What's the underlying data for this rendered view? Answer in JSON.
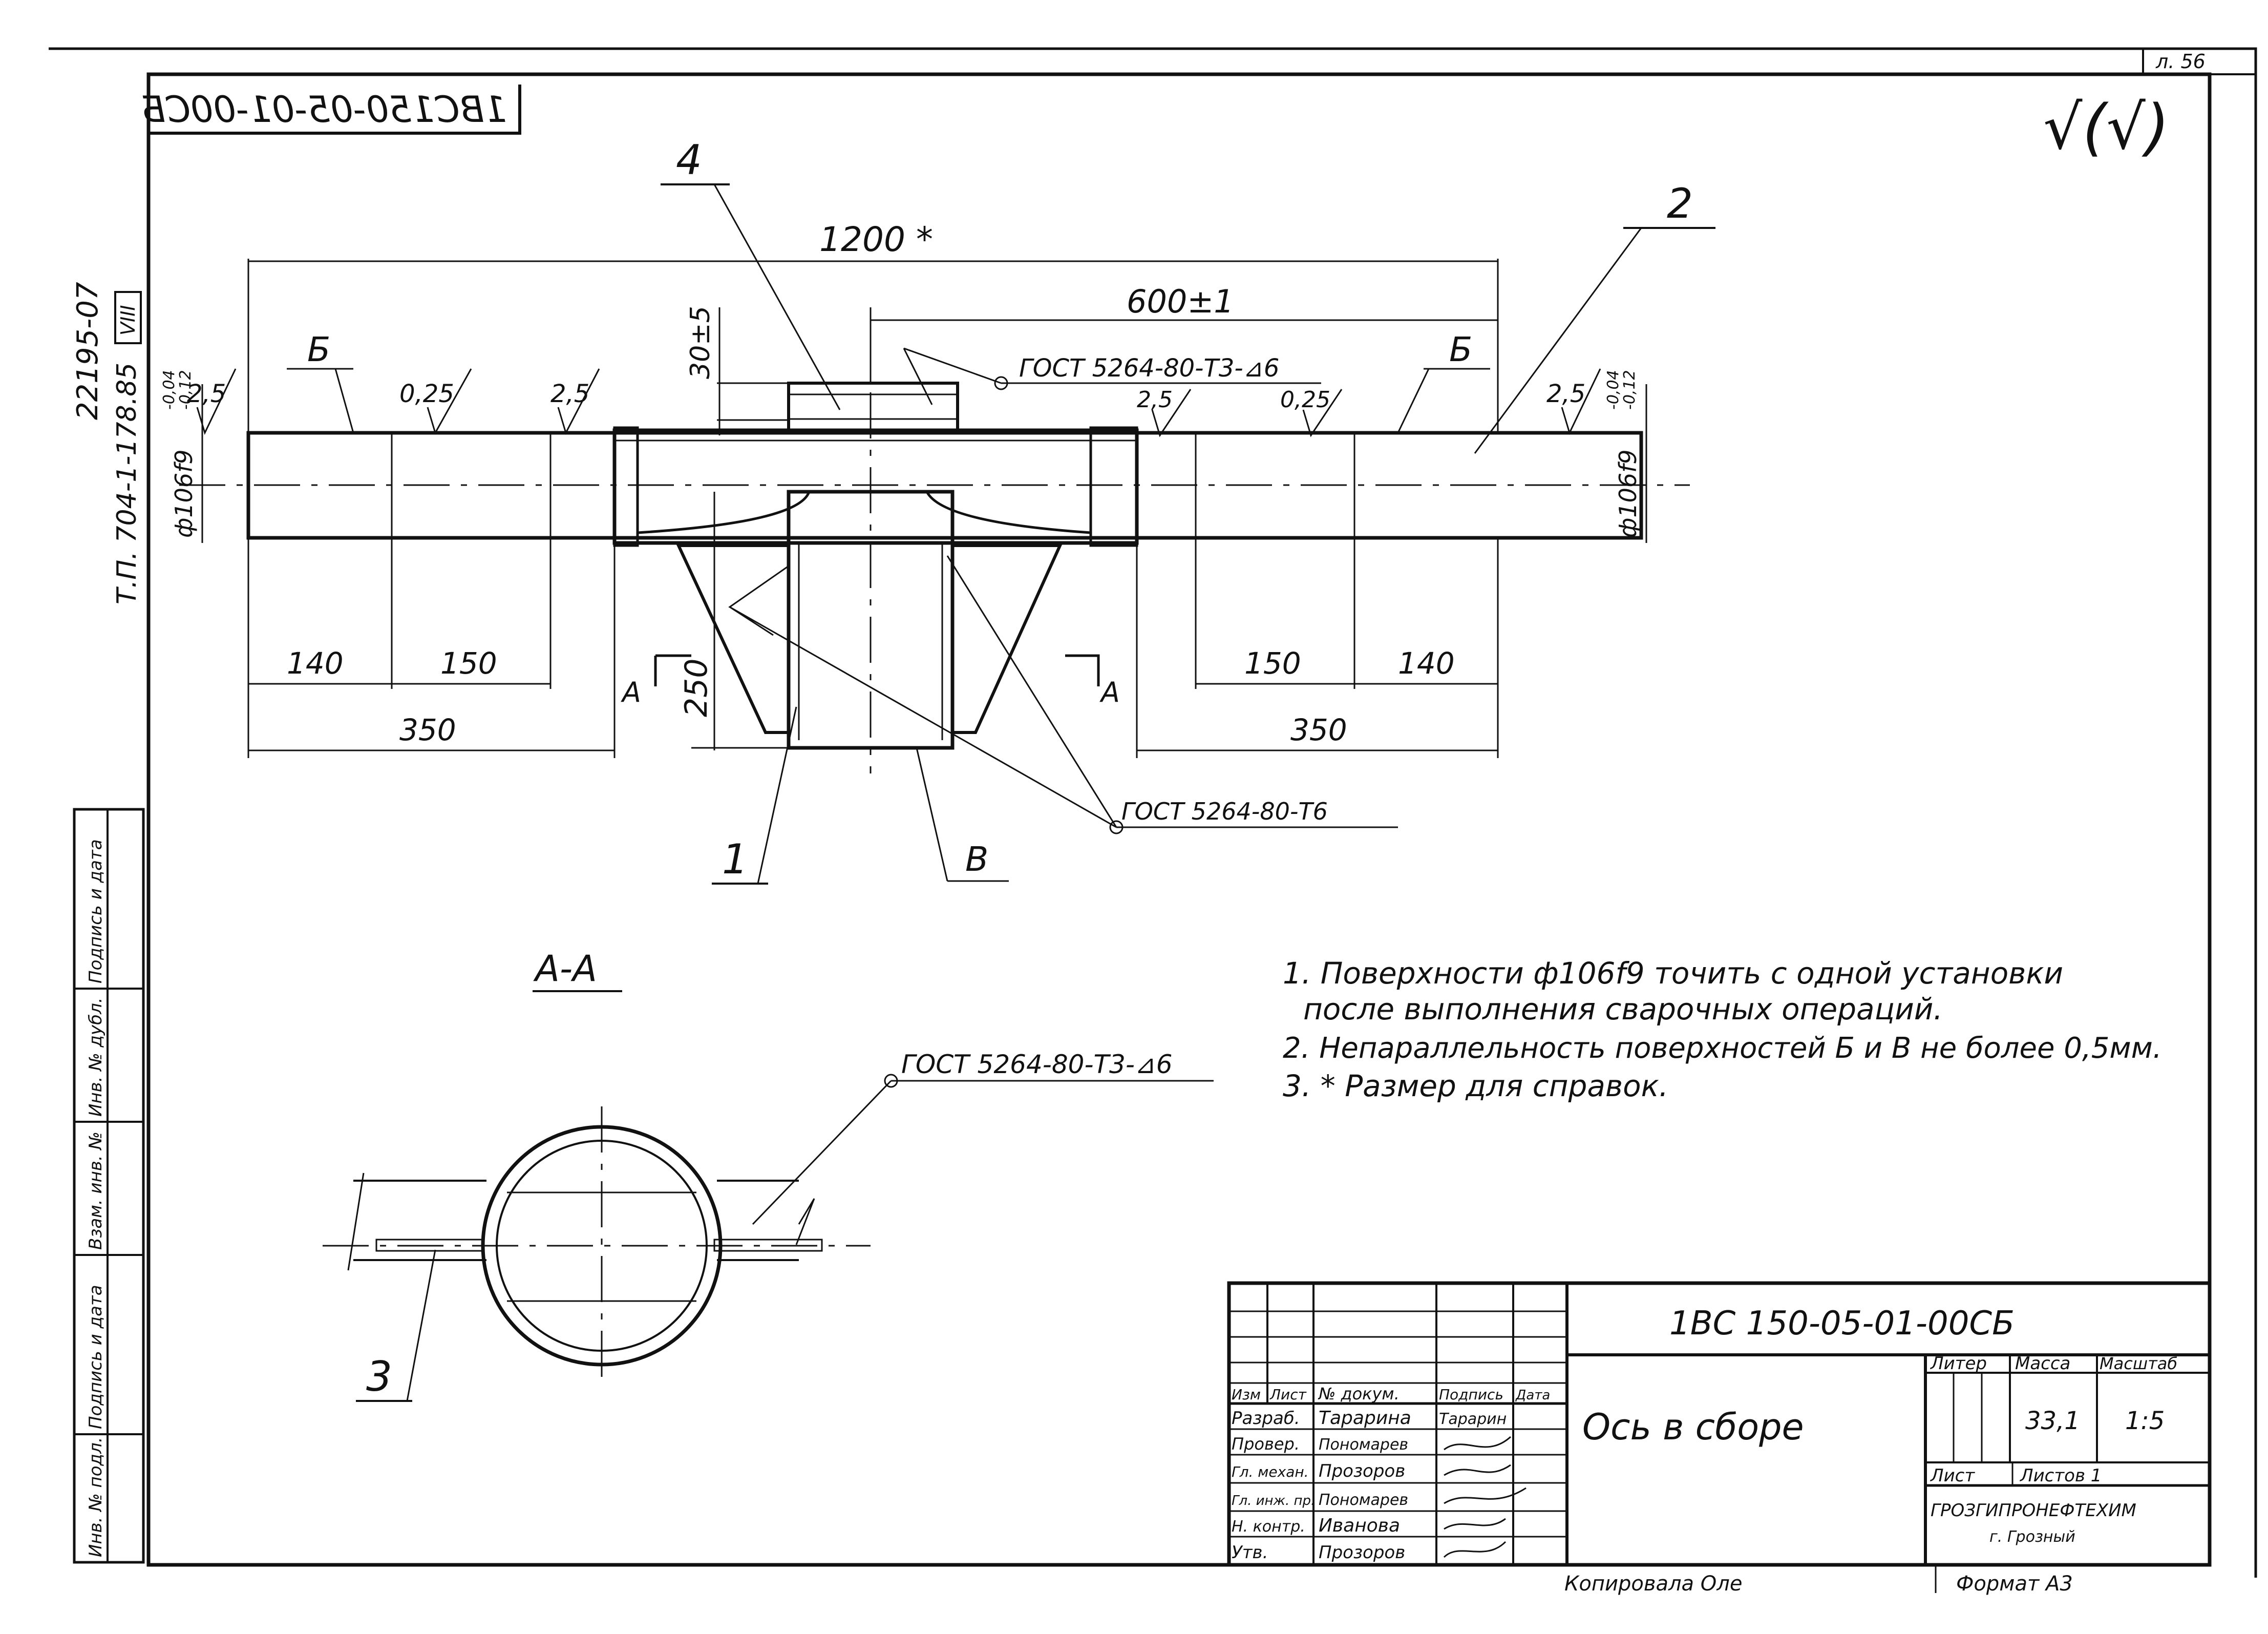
{
  "sheet": {
    "sheet_no": "л. 56",
    "code_mirrored": "1BC150-05-01-00CБ",
    "roughness_mark": "√(√)",
    "side_code_1": "22195-07",
    "side_code_2": "Т.П. 704-1-178.85",
    "side_code_roman": "VIII"
  },
  "side_stamp": [
    "Инв. № подл.",
    "Подпись и дата",
    "Взам. инв. №",
    "Инв. № дубл.",
    "Подпись и дата"
  ],
  "main_view": {
    "overall_dim": "1200 *",
    "offset_dim": "600±1",
    "height_dim_top": "30±5",
    "height_dim_bottom": "250",
    "left_dims": {
      "d140": "140",
      "d150": "150",
      "d350": "350"
    },
    "right_dims": {
      "d150": "150",
      "d140": "140",
      "d350": "350"
    },
    "diameter_left": "ф106f9",
    "diameter_right": "ф106f9",
    "tolerance": [
      "-0,04",
      "-0,12"
    ],
    "roughness": {
      "r1": "2,5",
      "r2": "0,25",
      "r3": "2,5",
      "r4": "2,5",
      "r5": "0,25",
      "r6": "2,5"
    },
    "surface_b_left": "Б",
    "surface_b_right": "Б",
    "surface_v": "В",
    "section_mark_left": "А",
    "section_mark_right": "А",
    "weld_top": "ГОСТ 5264-80-Т3-⊿6",
    "weld_bottom": "ГОСТ 5264-80-Т6",
    "callouts": {
      "c1": "1",
      "c2": "2",
      "c4": "4"
    }
  },
  "section_view": {
    "title": "А-А",
    "weld": "ГОСТ 5264-80-Т3-⊿6",
    "callout": "3"
  },
  "notes": [
    "1. Поверхности ф106f9 точить с одной установки",
    "после выполнения сварочных операций.",
    "2. Непараллельность поверхностей Б и В не более 0,5мм.",
    "3. * Размер для справок."
  ],
  "title_block": {
    "designation": "1BC 150-05-01-00CБ",
    "name": "Ось в сборе",
    "headers": {
      "izm": "Изм",
      "list": "Лист",
      "doc": "№ докум.",
      "sign": "Подпись",
      "date": "Дата"
    },
    "roles": [
      {
        "role": "Разраб.",
        "person": "Тарарина",
        "sign": "Тарарин"
      },
      {
        "role": "Провер.",
        "person": "Пономарев",
        "sign": ""
      },
      {
        "role": "Гл. механ.",
        "person": "Прозоров",
        "sign": ""
      },
      {
        "role": "Гл. инж. пр.",
        "person": "Пономарев",
        "sign": ""
      },
      {
        "role": "Н. контр.",
        "person": "Иванова",
        "sign": ""
      },
      {
        "role": "Утв.",
        "person": "Прозоров",
        "sign": ""
      }
    ],
    "liter_label": "Литер",
    "mass_label": "Масса",
    "scale_label": "Масштаб",
    "mass": "33,1",
    "scale": "1:5",
    "sheet_label": "Лист",
    "sheets_label": "Листов 1",
    "org": "ГРОЗГИПРОНЕФТЕХИМ",
    "city": "г. Грозный"
  },
  "footer": {
    "copied": "Копировала Оле",
    "format": "Формат А3"
  }
}
